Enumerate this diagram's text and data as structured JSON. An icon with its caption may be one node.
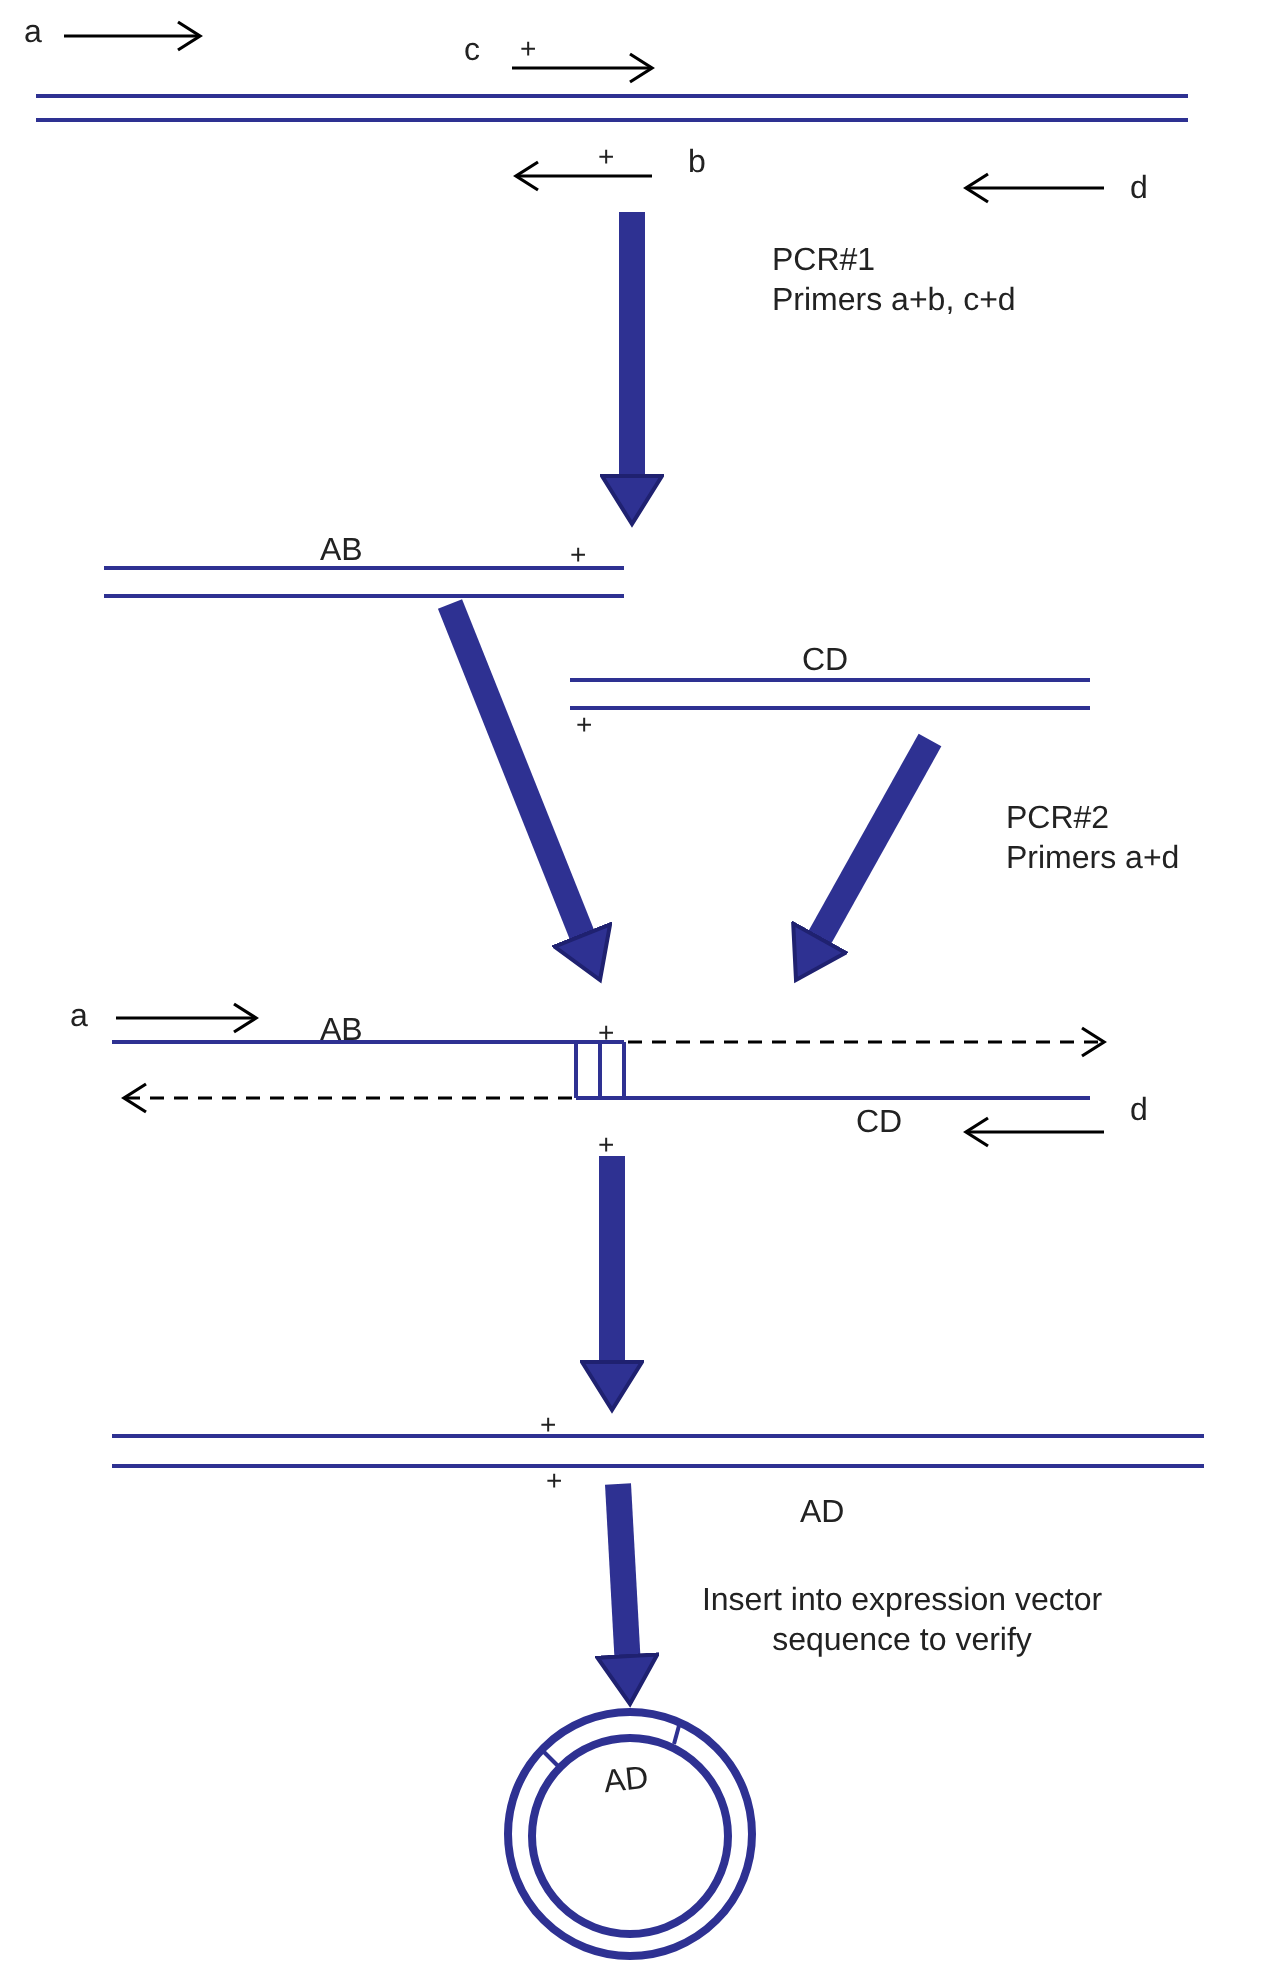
{
  "diagram": {
    "nodes": [
      {
        "text": [],
        "shape": "bar"
      },
      {
        "text": [
          "AB"
        ]
      },
      {
        "text": [
          "CD"
        ]
      },
      {
        "text": [
          "AB",
          "CD"
        ]
      },
      {
        "text": [],
        "shape": "bar",
        "beside": [
          "AD"
        ]
      },
      {
        "text": [
          "AD"
        ]
      }
    ],
    "edges": [
      {
        "from": 0,
        "to": 1,
        "arrow": "to",
        "label": "PCR#1"
      },
      {
        "from": 1,
        "to": 3,
        "arrow": "to"
      },
      {
        "from": 2,
        "to": 3,
        "arrow": "to",
        "label": "PCR#2"
      },
      {
        "from": 3,
        "to": 4,
        "arrow": "to"
      },
      {
        "from": 4,
        "to": 5,
        "arrow": "to",
        "label": "Insert into expression vector sequence to verify"
      }
    ],
    "labels": [
      "a",
      "c",
      "+",
      "+",
      "b",
      "d",
      "Primers a+b, c+d",
      "+",
      "+",
      "Primers a+d",
      "a",
      "+",
      "d",
      "+",
      "+",
      "+"
    ]
  }
}
